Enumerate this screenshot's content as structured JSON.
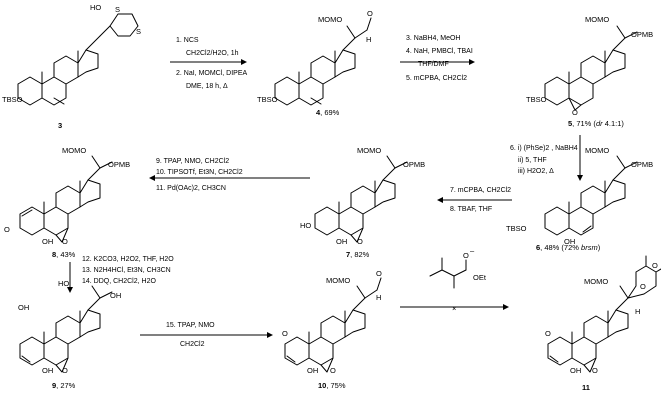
{
  "compounds": {
    "c3": {
      "number": "3",
      "yield": ""
    },
    "c4": {
      "number": "4",
      "yield": ", 69%"
    },
    "c5": {
      "number": "5",
      "yield": ", 71% (",
      "dr": "dr",
      "dr_value": " 4.1:1)"
    },
    "c6": {
      "number": "6",
      "yield": ", 48% (72% ",
      "brsm": "brsm",
      "close": ")"
    },
    "c7": {
      "number": "7",
      "yield": ", 82%"
    },
    "c8": {
      "number": "8",
      "yield": ", 43%"
    },
    "c9": {
      "number": "9",
      "yield": ", 27%"
    },
    "c10": {
      "number": "10",
      "yield": ", 75%"
    },
    "c11": {
      "number": "11",
      "yield": ""
    }
  },
  "steps": {
    "a": [
      "1. NCS",
      "CH2Cl2/H2O, 1h",
      "2. NaI, MOMCl, DIPEA",
      "DME, 18 h, Δ"
    ],
    "b": [
      "3. NaBH4, MeOH",
      "4. NaH, PMBCl, TBAI",
      "THF/DMF",
      "5. mCPBA, CH2Cl2"
    ],
    "c": [
      "6. i) (PhSe)2 , NaBH4",
      "ii) 5, THF",
      "iii) H2O2, Δ"
    ],
    "d": [
      "7. mCPBA, CH2Cl2",
      "8. TBAF, THF"
    ],
    "e": [
      "9. TPAP, NMO, CH2Cl2",
      "10. TIPSOTf, Et3N, CH2Cl2",
      "11. Pd(OAc)2, CH3CN"
    ],
    "f": [
      "12. K2CO3, H2O2, THF, H2O",
      "13. N2H4HCl, Et3N, CH3CN",
      "14. DDQ, CH2Cl2, H2O"
    ],
    "g": [
      "15. TPAP, NMO",
      "CH2Cl2"
    ]
  },
  "atoms": {
    "tbs": "TBSO",
    "mom": "MOMO",
    "opmb": "OPMB",
    "ho": "HO",
    "oh": "OH",
    "o": "O",
    "h": "H",
    "s": "S",
    "oet": "OEt",
    "minus": "–",
    "x": "×"
  }
}
